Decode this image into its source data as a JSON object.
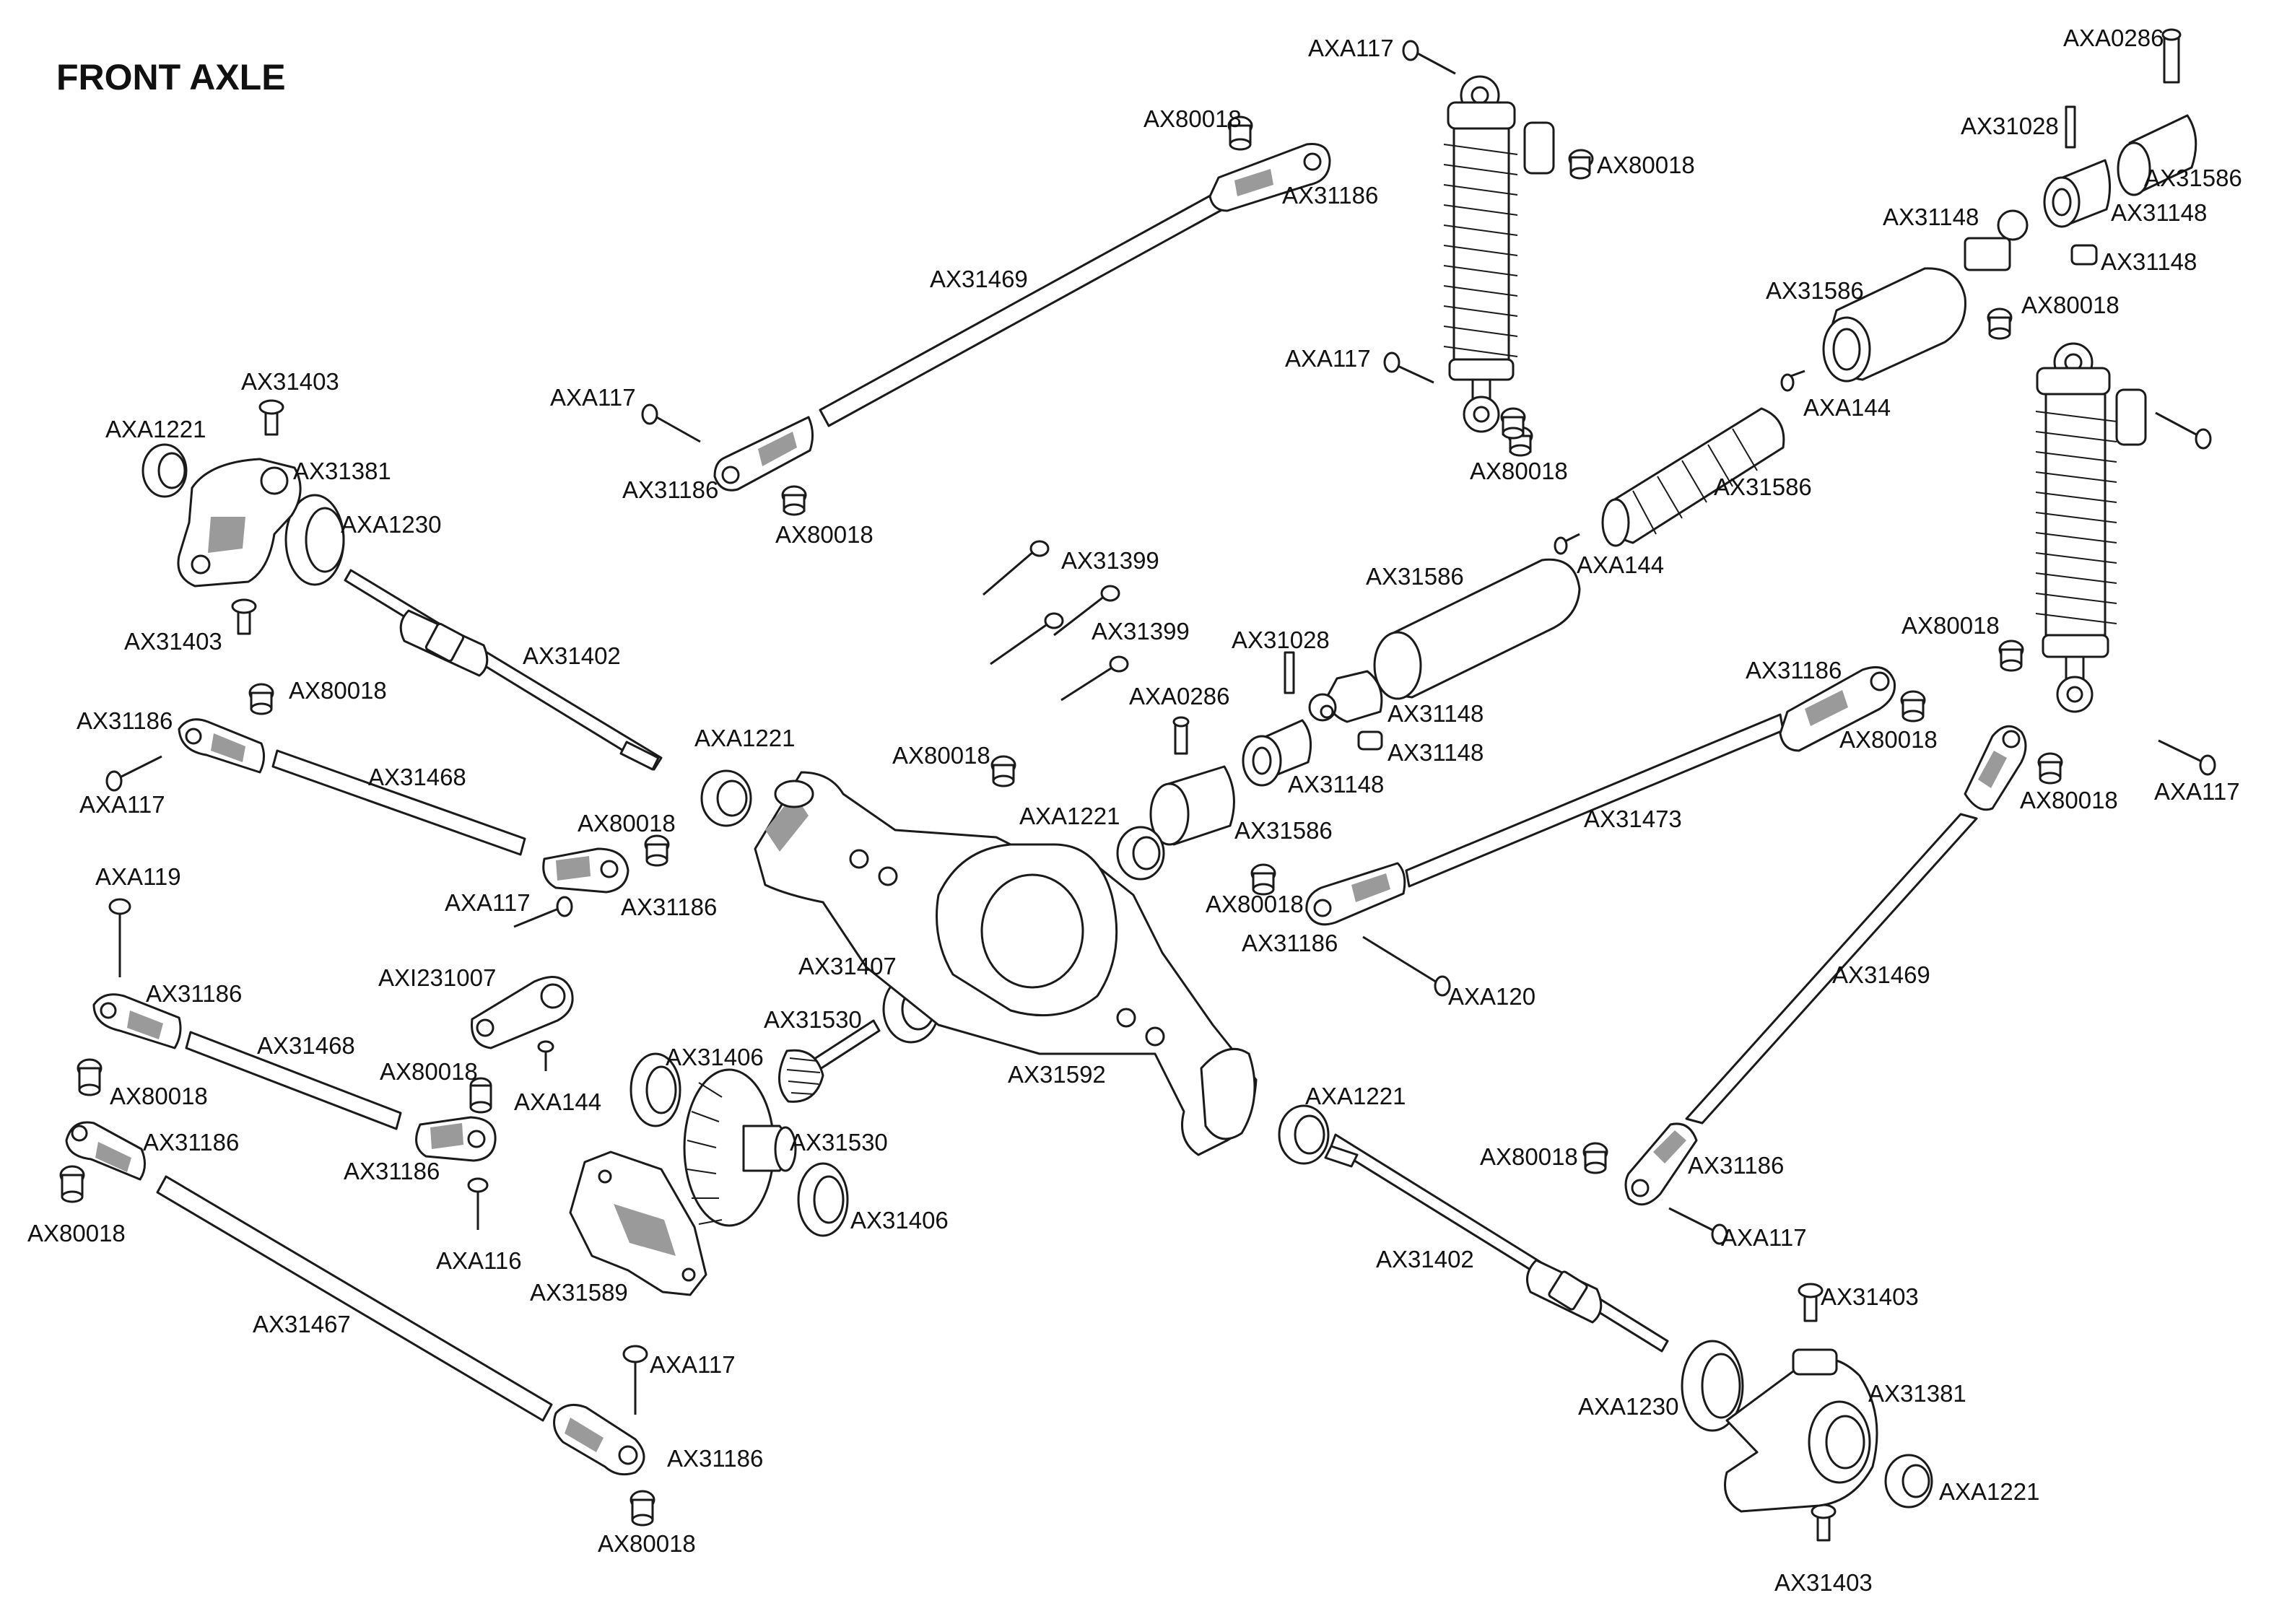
{
  "title": "FRONT AXLE",
  "labels": [
    "AXA0286",
    "AXA117",
    "AX80018",
    "AX31186",
    "AX80018",
    "AX31028",
    "AX31586",
    "AX31148",
    "AX31148",
    "AX31469",
    "AX31148",
    "AX31586",
    "AX80018",
    "AXA117",
    "AXA144",
    "AXA117",
    "AX80018",
    "AX31186",
    "AX80018",
    "AX31586",
    "AX31403",
    "AXA1221",
    "AX31381",
    "AXA1230",
    "AX31399",
    "AXA144",
    "AX31586",
    "AX31399",
    "AX31403",
    "AX31402",
    "AX31028",
    "AX80018",
    "AX31186",
    "AX80018",
    "AX31148",
    "AX31186",
    "AX31148",
    "AXA0286",
    "AXA1221",
    "AX80018",
    "AX31148",
    "AX31468",
    "AX80018",
    "AXA117",
    "AXA1221",
    "AX31586",
    "AX80018",
    "AXA117",
    "AX31473",
    "AX80018",
    "AX31186",
    "AXA119",
    "AX31186",
    "AXA117",
    "AX80018",
    "AXA120",
    "AXI231007",
    "AX31407",
    "AX31469",
    "AX31186",
    "AX31530",
    "AX31468",
    "AX80018",
    "AX31592",
    "AXA144",
    "AX31406",
    "AXA1221",
    "AX80018",
    "AX31186",
    "AX31186",
    "AX31530",
    "AX80018",
    "AX31186",
    "AX31406",
    "AXA117",
    "AX80018",
    "AXA116",
    "AX31402",
    "AX31589",
    "AX31403",
    "AX31467",
    "AXA117",
    "AX31381",
    "AXA1230",
    "AX31186",
    "AXA1221",
    "AX80018",
    "AX31403"
  ]
}
